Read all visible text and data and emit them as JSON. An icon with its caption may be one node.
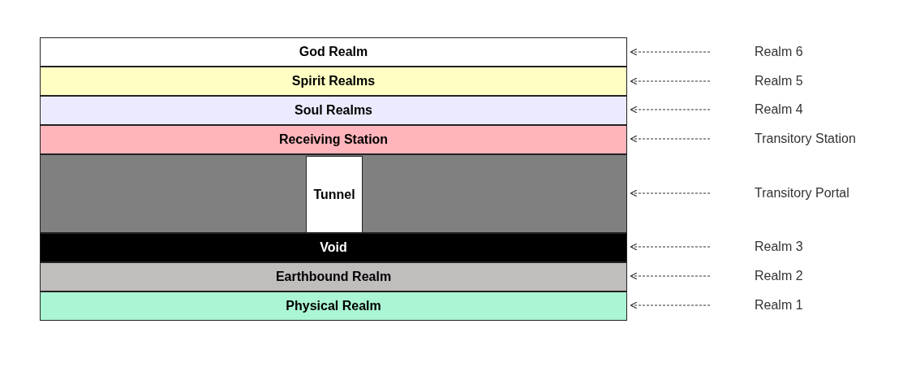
{
  "diagram": {
    "nodes": [
      {
        "text": [
          "God Realm"
        ]
      },
      {
        "text": [
          "Realm 6"
        ]
      },
      {
        "text": [
          "Spirit Realms"
        ]
      },
      {
        "text": [
          "Realm 5"
        ]
      },
      {
        "text": [
          "Soul Realms"
        ]
      },
      {
        "text": [
          "Realm 4"
        ]
      },
      {
        "text": [
          "Receiving Station"
        ]
      },
      {
        "text": [
          "Transitory Station"
        ]
      },
      {
        "text": [],
        "shape": "box"
      },
      {
        "text": [
          "Tunnel"
        ],
        "in": 8
      },
      {
        "text": [
          "Transitory Portal"
        ]
      },
      {
        "text": [
          "Void"
        ]
      },
      {
        "text": [
          "Realm 3"
        ]
      },
      {
        "text": [
          "Earthbound Realm"
        ]
      },
      {
        "text": [
          "Realm 2"
        ]
      },
      {
        "text": [
          "Physical Realm"
        ]
      },
      {
        "text": [
          "Realm 1"
        ]
      }
    ],
    "edges": [
      {
        "from": 1,
        "to": 0,
        "arrow": "to",
        "style": "dashed"
      },
      {
        "from": 3,
        "to": 2,
        "arrow": "to",
        "style": "dashed"
      },
      {
        "from": 5,
        "to": 4,
        "arrow": "to",
        "style": "dashed"
      },
      {
        "from": 7,
        "to": 6,
        "arrow": "to",
        "style": "dashed"
      },
      {
        "from": 10,
        "to": 8,
        "arrow": "to",
        "style": "dashed"
      },
      {
        "from": 12,
        "to": 11,
        "arrow": "to",
        "style": "dashed"
      },
      {
        "from": 14,
        "to": 13,
        "arrow": "to",
        "style": "dashed"
      },
      {
        "from": 16,
        "to": 15,
        "arrow": "to",
        "style": "dashed"
      }
    ]
  }
}
